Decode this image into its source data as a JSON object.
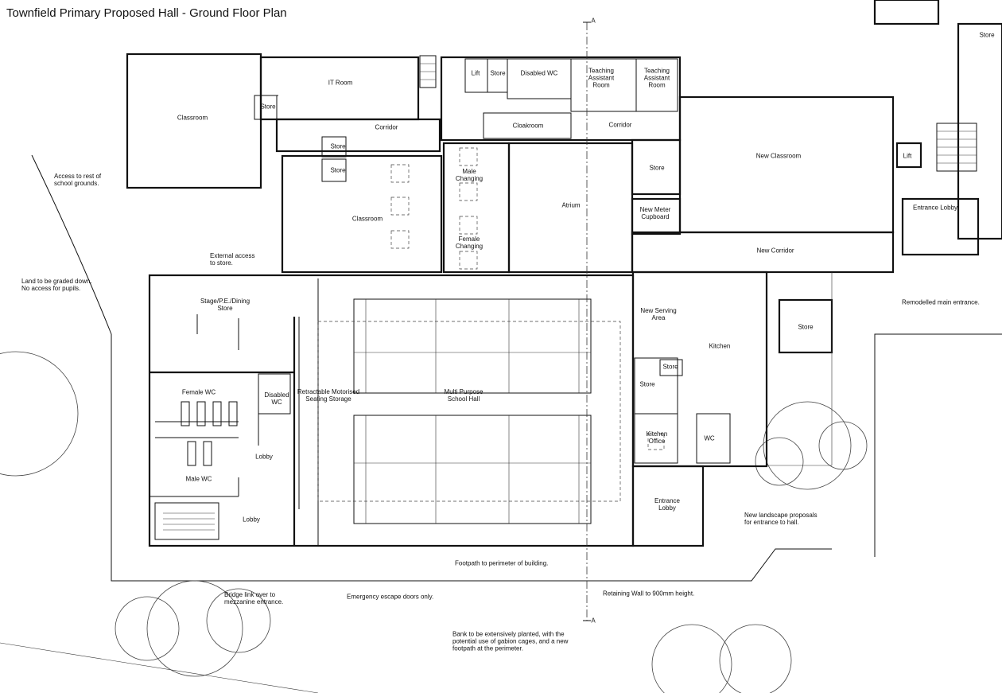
{
  "title": "Townfield Primary Proposed Hall - Ground Floor Plan",
  "section_marker": "A",
  "rooms": {
    "classroom_1": "Classroom",
    "it_room": "IT Room",
    "store_1": "Store",
    "corridor_1": "Corridor",
    "store_2": "Store",
    "store_3": "Store",
    "classroom_2": "Classroom",
    "lift_1": "Lift",
    "store_4": "Store",
    "disabled_wc_1": "Disabled WC",
    "teaching_assistant_1": "Teaching\nAssistant\nRoom",
    "teaching_assistant_2": "Teaching\nAssistant\nRoom",
    "cloakroom": "Cloakroom",
    "corridor_2": "Corridor",
    "male_changing": "Male\nChanging",
    "female_changing": "Female\nChanging",
    "atrium": "Atrium",
    "store_5": "Store",
    "new_meter_cupboard": "New Meter\nCupboard",
    "new_classroom": "New Classroom",
    "lift_2": "Lift",
    "store_6": "Store",
    "entrance_lobby_1": "Entrance Lobby",
    "new_corridor": "New Corridor",
    "stage_store": "Stage/P.E./Dining\nStore",
    "female_wc": "Female WC",
    "disabled_wc_2": "Disabled\nWC",
    "retractable_seating": "Retractable Motorised\nSeating Storage",
    "school_hall": "Multi Purpose\nSchool Hall",
    "lobby_1": "Lobby",
    "male_wc": "Male WC",
    "lobby_2": "Lobby",
    "new_serving_area": "New Serving\nArea",
    "kitchen": "Kitchen",
    "store_7": "Store",
    "store_8": "Store",
    "kitchen_office": "Kitchen\nOffice",
    "wc": "WC",
    "entrance_lobby_2": "Entrance\nLobby",
    "store_9": "Store"
  },
  "annotations": {
    "access_grounds": "Access to rest of\nschool grounds.",
    "land_graded": "Land to be graded down.\nNo access for pupils.",
    "external_access": "External access\nto store.",
    "remodelled_entrance": "Remodelled main entrance.",
    "landscape": "New landscape proposals\nfor entrance to hall.",
    "footpath": "Footpath to perimeter of building.",
    "bridge_link": "Bridge link over to\nmezzanine entrance.",
    "emergency": "Emergency escape doors only.",
    "retaining_wall": "Retaining Wall to 900mm height.",
    "bank": "Bank to be extensively planted, with the\npotential use of gabion cages, and a new\nfootpath at the perimeter."
  }
}
